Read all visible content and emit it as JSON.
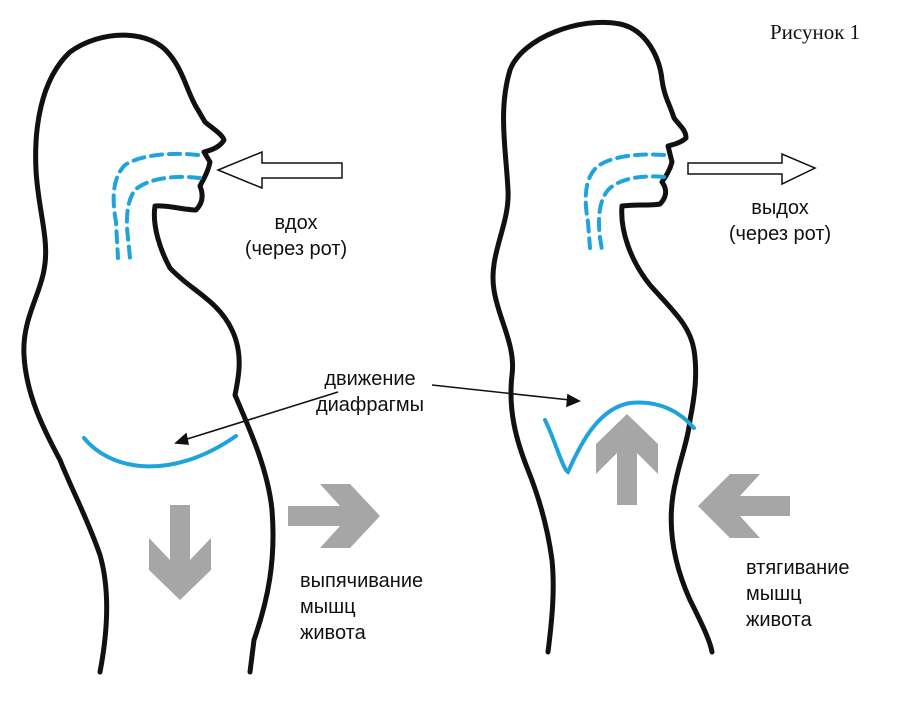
{
  "figure_title": "Рисунок 1",
  "left": {
    "airflow": [
      "вдох",
      "(через рот)"
    ],
    "muscle": [
      "выпячивание",
      "мышц",
      "живота"
    ]
  },
  "right": {
    "airflow": [
      "выдох",
      "(через рот)"
    ],
    "muscle": [
      "втягивание",
      "мышц",
      "живота"
    ]
  },
  "center_label": [
    "движение",
    "диафрагмы"
  ],
  "colors": {
    "outline": "#111111",
    "airway": "#1fa3dc",
    "arrow_gray": "#a6a6a6",
    "background": "#ffffff"
  }
}
